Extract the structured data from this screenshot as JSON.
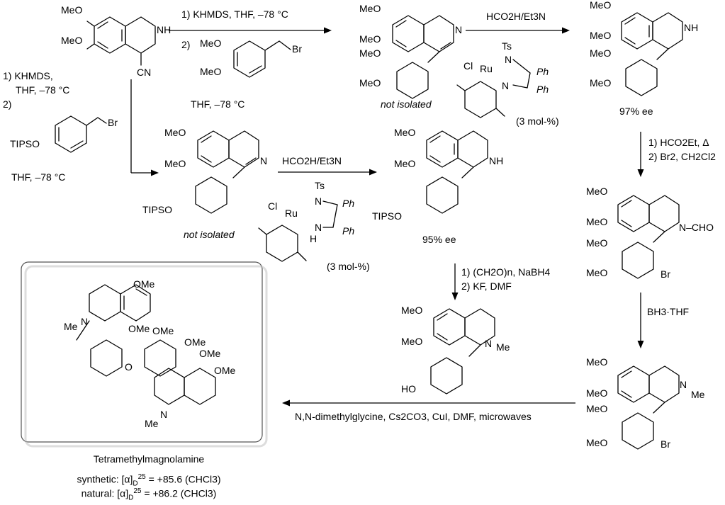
{
  "labels": {
    "ome": "MeO",
    "ome_r": "OMe",
    "nh": "NH",
    "n": "N",
    "cn": "CN",
    "br": "Br",
    "me": "Me",
    "nme": "N",
    "cho": "N–CHO",
    "tips": "TIPSO",
    "ho": "HO",
    "o": "O",
    "h": "H",
    "ts": "Ts",
    "ru": "Ru",
    "cl": "Cl",
    "ph": "Ph"
  },
  "conditions": {
    "step1_a": "1) KHMDS, THF, –78 °C",
    "step1_b": "2)",
    "step1_solvent": "THF, –78 °C",
    "step1left_a": "1) KHMDS,",
    "step1left_b": "THF, –78 °C",
    "step1left_c": "2)",
    "step1left_solvent": "THF, –78 °C",
    "reduction": "HCO2H/Et3N",
    "catalyst_loading": "(3 mol-%)",
    "formyl_a": "1) HCO2Et, Δ",
    "formyl_b": "2) Br2, CH2Cl2",
    "borane": "BH3·THF",
    "methylation_a": "1) (CH2O)n, NaBH4",
    "methylation_b": "2) KF, DMF",
    "ullmann": "N,N-dimethylglycine, Cs2CO3, CuI, DMF, microwaves"
  },
  "notes": {
    "not_isolated_top": "not isolated",
    "not_isolated_mid": "not isolated",
    "ee_top": "97% ee",
    "ee_mid": "95% ee"
  },
  "product": {
    "name": "Tetramethylmagnolamine",
    "synthetic_label": "synthetic: [α]",
    "synthetic_value": "= +85.6 (CHCl3)",
    "natural_label": "natural: [α]",
    "natural_value": "= +86.2 (CHCl3)",
    "sub_d": "D",
    "sup_25": "25"
  }
}
